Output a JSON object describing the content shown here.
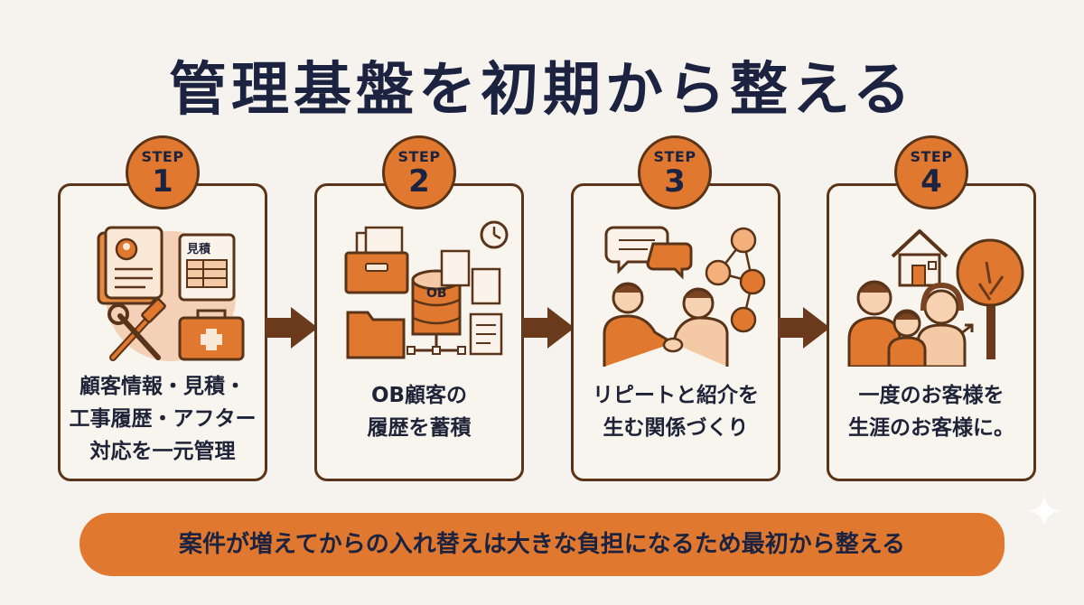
{
  "title": "管理基盤を初期から整える",
  "steps": [
    {
      "label": "STEP",
      "number": "1",
      "lines": [
        "顧客情報・見積・",
        "工事履歴・アフター",
        "対応を一元管理"
      ],
      "illustration_text": "見積"
    },
    {
      "label": "STEP",
      "number": "2",
      "lines": [
        "OB顧客の",
        "履歴を蓄積"
      ],
      "illustration_text": "OB"
    },
    {
      "label": "STEP",
      "number": "3",
      "lines": [
        "リピートと紹介を",
        "生む関係づくり"
      ]
    },
    {
      "label": "STEP",
      "number": "4",
      "lines": [
        "一度のお客様を",
        "生涯のお客様に。"
      ]
    }
  ],
  "banner": "案件が増えてからの入れ替えは大きな負担になるため最初から整える",
  "colors": {
    "background": "#f6f3ee",
    "accent": "#e0792f",
    "outline": "#5a3418",
    "text": "#1b2340"
  },
  "icons": [
    "profile-document-icon",
    "estimate-document-icon",
    "tools-icon",
    "toolbox-icon",
    "file-box-icon",
    "folder-icon",
    "database-icon",
    "clock-icon",
    "speech-bubbles-icon",
    "handshake-icon",
    "network-icon",
    "house-icon",
    "family-icon",
    "tree-icon",
    "arrow-right-icon",
    "sparkle-icon"
  ]
}
